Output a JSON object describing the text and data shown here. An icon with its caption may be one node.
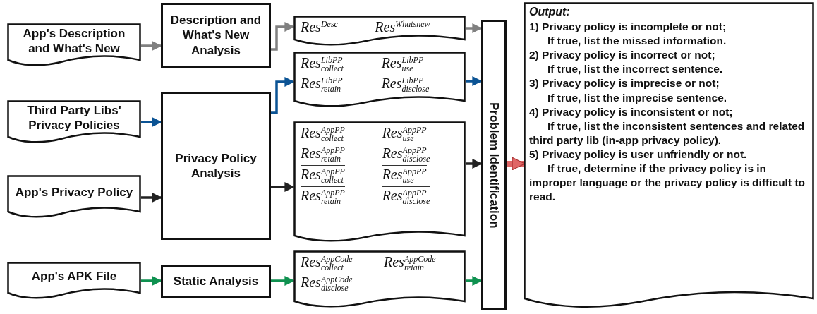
{
  "diagram": {
    "nodes": [
      {
        "text": [
          "App's Description and What's New"
        ]
      },
      {
        "text": [
          "Third Party Libs' Privacy Policies"
        ]
      },
      {
        "text": [
          "App's Privacy Policy"
        ]
      },
      {
        "text": [
          "App's APK File"
        ]
      },
      {
        "text": [
          "Description and What's New Analysis"
        ]
      },
      {
        "text": [
          "Privacy Policy Analysis"
        ]
      },
      {
        "text": [
          "Static Analysis"
        ]
      },
      {
        "text": [
          "Res$^{Desc}$",
          "Res$^{Whatsnew}$"
        ]
      },
      {
        "text": [
          "Res$^{LibPP}$$_{collect}$",
          "Res$^{LibPP}$$_{use}$",
          "Res$^{LibPP}$$_{retain}$",
          "Res$^{LibPP}$$_{disclose}$"
        ]
      },
      {
        "text": [
          "Res$^{AppPP}$$_{collect}$",
          "Res$^{AppPP}$$_{use}$",
          "Res$^{AppPP}$$_{retain}$",
          "Res$^{AppPP}$$_{disclose}$",
          "Res$^{AppPP}$$_{collect}$",
          "Res$^{AppPP}$$_{use}$",
          "Res$^{AppPP}$$_{retain}$",
          "Res$^{AppPP}$$_{disclose}$"
        ]
      },
      {
        "text": [
          "Res$^{AppCode}$$_{collect}$",
          "Res$^{AppCode}$$_{retain}$",
          "Res$^{AppCode}$$_{disclose}$"
        ]
      },
      {
        "text": [
          "Problem Identification"
        ]
      },
      {
        "text": [
          "Output:",
          "1) Privacy policy is incomplete or not;",
          "If true, list the missed information.",
          "2) Privacy policy is incorrect or not;",
          "If true, list the incorrect sentence.",
          "3) Privacy policy is imprecise or not;",
          "If true, list the imprecise sentence.",
          "4) Privacy policy is inconsistent or not;",
          "If true, list the inconsistent sentences and related third party lib (in-app privacy policy).",
          "5) Privacy policy is user unfriendly or not.",
          "If true, determine if the privacy policy is in improper language or the privacy policy is difficult to read."
        ]
      }
    ],
    "edges": [
      {
        "from": 0,
        "to": 4,
        "arrow": "to",
        "color": "#808080"
      },
      {
        "from": 4,
        "to": 7,
        "arrow": "to",
        "color": "#808080"
      },
      {
        "from": 1,
        "to": 5,
        "arrow": "to",
        "color": "#0b5394"
      },
      {
        "from": 2,
        "to": 5,
        "arrow": "to",
        "color": "#222222"
      },
      {
        "from": 5,
        "to": 8,
        "arrow": "to",
        "color": "#0b5394"
      },
      {
        "from": 5,
        "to": 9,
        "arrow": "to",
        "color": "#222222"
      },
      {
        "from": 3,
        "to": 6,
        "arrow": "to",
        "color": "#0f9150"
      },
      {
        "from": 6,
        "to": 10,
        "arrow": "to",
        "color": "#0f9150"
      },
      {
        "from": 7,
        "to": 11,
        "arrow": "to",
        "color": "#808080"
      },
      {
        "from": 8,
        "to": 11,
        "arrow": "to",
        "color": "#0b5394"
      },
      {
        "from": 9,
        "to": 11,
        "arrow": "to",
        "color": "#222222"
      },
      {
        "from": 10,
        "to": 11,
        "arrow": "to",
        "color": "#0f9150"
      },
      {
        "from": 11,
        "to": 12,
        "arrow": "to",
        "style": "thick",
        "color": "#e06666"
      }
    ]
  }
}
